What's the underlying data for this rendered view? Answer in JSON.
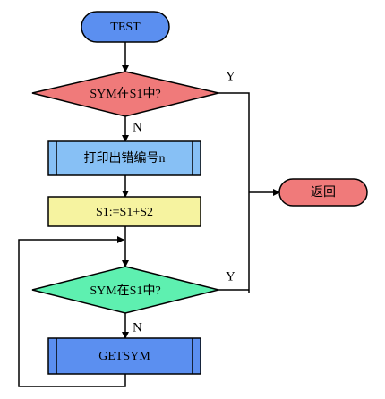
{
  "diagram": {
    "nodes": {
      "start": {
        "label": "TEST",
        "color": "#5b8ff0"
      },
      "decision1": {
        "label": "SYM在S1中?",
        "color": "#f07a7a"
      },
      "print_error": {
        "label": "打印出错编号n",
        "color": "#87c0f5"
      },
      "assign": {
        "label": "S1:=S1+S2",
        "color": "#f6f3a0"
      },
      "decision2": {
        "label": "SYM在S1中?",
        "color": "#5ef0b0"
      },
      "getsym": {
        "label": "GETSYM",
        "color": "#5b8ff0"
      },
      "return": {
        "label": "返回",
        "color": "#f07a7a"
      }
    },
    "edge_labels": {
      "d1_yes": "Y",
      "d1_no": "N",
      "d2_yes": "Y",
      "d2_no": "N"
    }
  }
}
